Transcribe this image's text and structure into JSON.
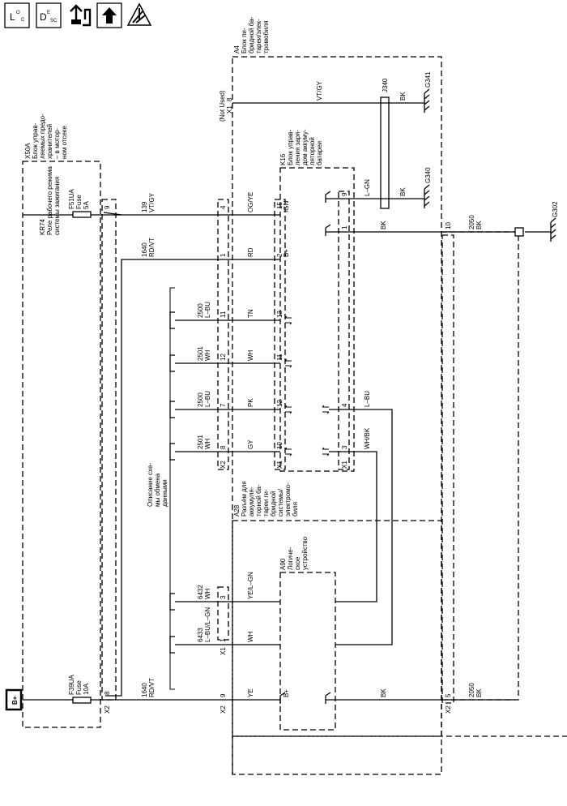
{
  "toolbar": {
    "icons": [
      {
        "name": "location-icon",
        "main": "L",
        "sub": "O",
        "sub2": "C"
      },
      {
        "name": "description-icon",
        "main": "D",
        "sub": "E",
        "sub2": "SC"
      },
      {
        "name": "connector-icon"
      },
      {
        "name": "up-arrow-icon"
      },
      {
        "name": "esd-warning-icon"
      }
    ]
  },
  "labels": {
    "bplus_terminal": "B+",
    "x50a_ref": "X50A",
    "x50a_desc": [
      "Блок управ-",
      "ляемых предо-",
      "хранителей",
      "– в мотор-",
      "ном отсеке"
    ],
    "kr74_ref": "KR74",
    "kr74_desc": [
      "Реле рабочего режима",
      "системы зажигания"
    ],
    "f51ua_ref": "F51UA",
    "f51ua_fuse": "Fuse",
    "f51ua_amp": "5A",
    "f39ua_ref": "F39UA",
    "f39ua_fuse": "Fuse",
    "f39ua_amp": "10A",
    "a4_ref": "A4",
    "a4_desc": [
      "Блок пи-",
      "бридной ба-",
      "тареи/элек-",
      "тромобиля"
    ],
    "k16_ref": "K16",
    "k16_desc": [
      "Блок управ-",
      "ления заря-",
      "дом аккуму-",
      "ляторной",
      "батареи"
    ],
    "a28_ref": "A28",
    "a28_desc": [
      "Разъём для",
      "аккумуля-",
      "торной ба-",
      "тареи ги-",
      "бридной",
      "системы/",
      "электромо-",
      "биля"
    ],
    "a90_ref": "A90",
    "a90_desc": [
      "Логиче-",
      "ское",
      "устройство"
    ],
    "data_desc": [
      "Описание схе-",
      "мы обмена",
      "данными"
    ],
    "not_used": "(Not Used)",
    "x1": "X1",
    "x2": "X2",
    "g341": "G341",
    "g340": "G340",
    "g302": "G302",
    "j340": "J340",
    "bplus": "B+",
    "ign": "IGN",
    "wires": {
      "w139_num": "139",
      "w139_col": "VT/GY",
      "w1640a_num": "1640",
      "w1640a_col": "RD/VT",
      "w1640b_num": "1640",
      "w1640b_col": "RD/VT",
      "w2500a_num": "2500",
      "w2500a_col": "L–BU",
      "w2501a_num": "2501",
      "w2501a_col": "WH",
      "w2500b_num": "2500",
      "w2500b_col": "L–BU",
      "w2501b_num": "2501",
      "w2501b_col": "WH",
      "w6432_num": "6432",
      "w6432_col": "WH",
      "w6433_num": "6433",
      "w6433_col": "L–BU/L–GN",
      "w2050a_num": "2050",
      "w2050a_col": "BK",
      "w2050b_num": "2050",
      "w2050b_col": "BK"
    },
    "colors": {
      "vtgy": "VT/GY",
      "bk1": "BK",
      "bk2": "BK",
      "bk3": "BK",
      "bk4": "BK",
      "lgn": "L–GN",
      "ogye": "OG/YE",
      "rd": "RD",
      "tn": "TN",
      "wh1": "WH",
      "pk": "PK",
      "gy": "GY",
      "yelgn": "YE/L–GN",
      "wh2": "WH",
      "ye": "YE",
      "lbu": "L–BU",
      "whbk": "WH/BK"
    },
    "pins": {
      "p8": "8",
      "p9a": "9",
      "p9b": "9",
      "p1a": "1",
      "p10a": "10",
      "p4a": "4",
      "p15": "15",
      "p1b": "1",
      "p2": "2",
      "p11a": "11",
      "p13": "13",
      "p12a": "12",
      "p11b": "11",
      "p7": "7",
      "p12b": "12",
      "p8b": "8",
      "p10b": "10",
      "p4b": "4",
      "p3a": "3",
      "p3b": "3",
      "p1c": "1",
      "p9c": "9",
      "p5": "5",
      "p8c": "8",
      "p8d": "8"
    }
  }
}
